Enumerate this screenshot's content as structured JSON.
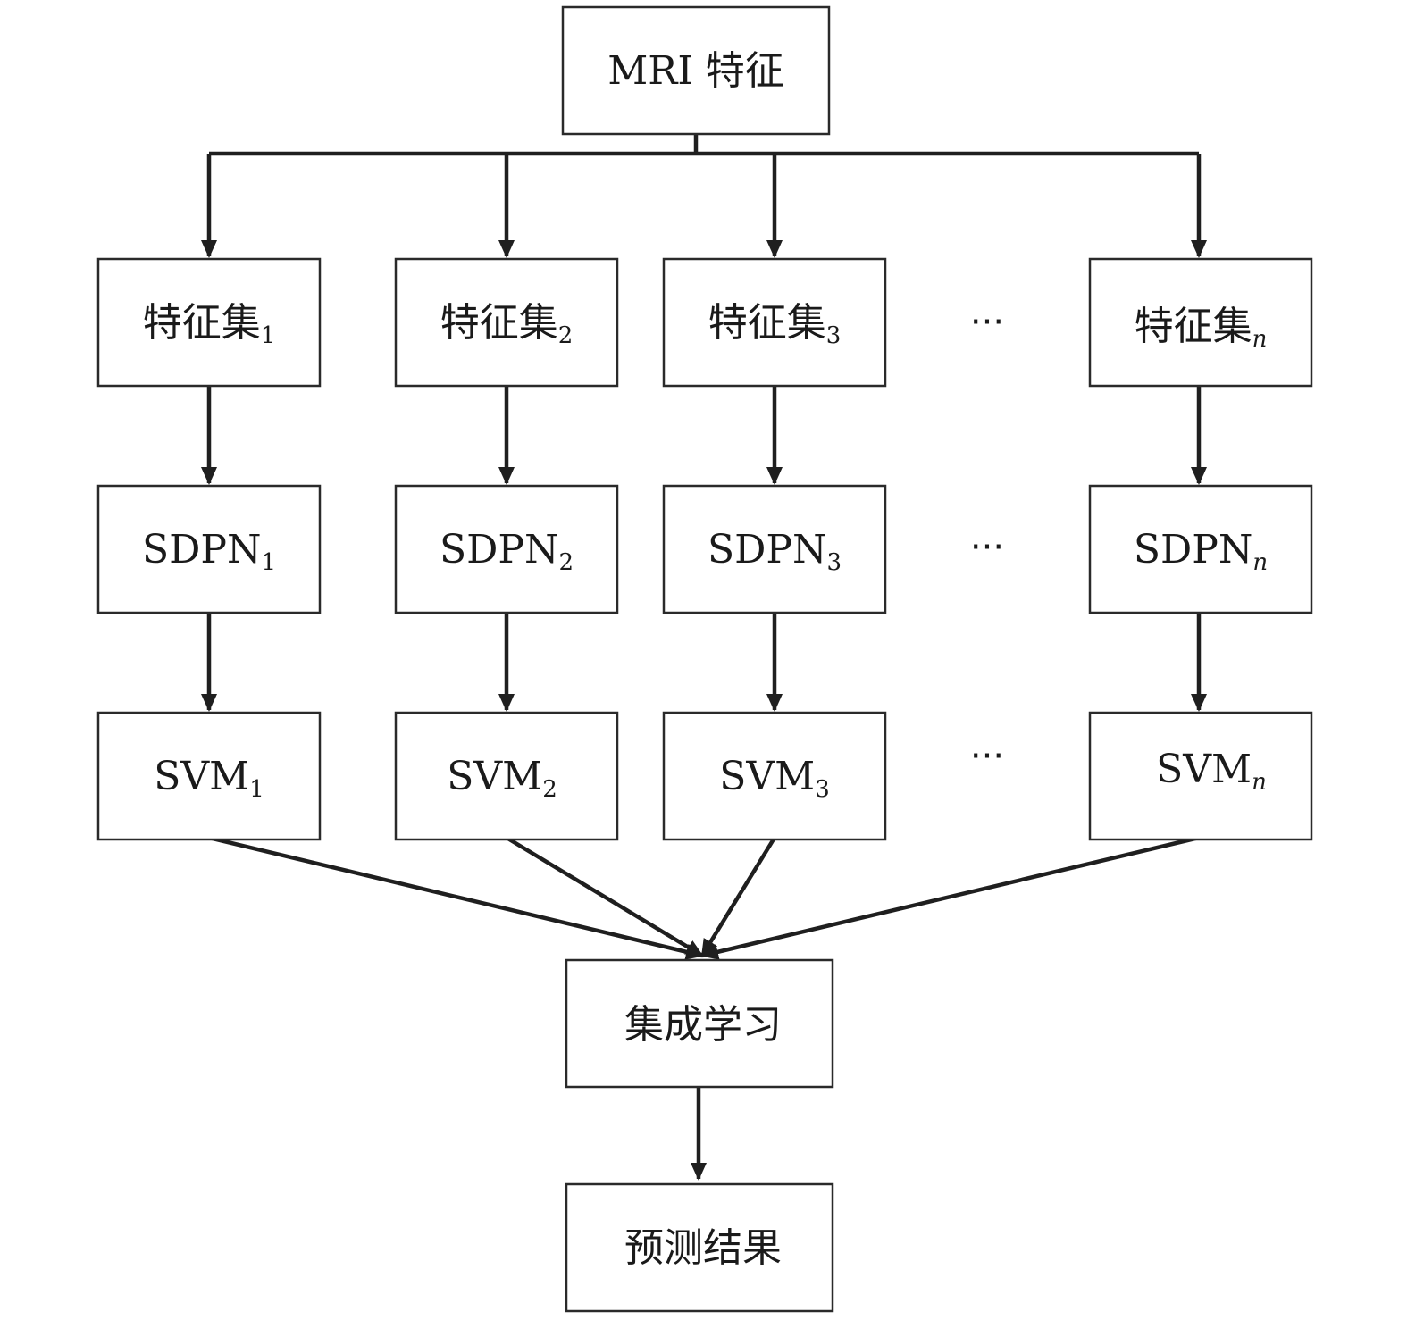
{
  "nodes": {
    "mri": {
      "label": "MRI 特征",
      "sub": ""
    },
    "fs1": {
      "label": "特征集",
      "sub": "1"
    },
    "fs2": {
      "label": "特征集",
      "sub": "2"
    },
    "fs3": {
      "label": "特征集",
      "sub": "3"
    },
    "fsn": {
      "label": "特征集",
      "sub": "n"
    },
    "sdpn1": {
      "label": "SDPN",
      "sub": "1"
    },
    "sdpn2": {
      "label": "SDPN",
      "sub": "2"
    },
    "sdpn3": {
      "label": "SDPN",
      "sub": "3"
    },
    "sdpnn": {
      "label": "SDPN",
      "sub": "n"
    },
    "svm1": {
      "label": "SVM",
      "sub": "1"
    },
    "svm2": {
      "label": "SVM",
      "sub": "2"
    },
    "svm3": {
      "label": "SVM",
      "sub": "3"
    },
    "svmn": {
      "label": "SVM",
      "sub": "n"
    },
    "ensemble": {
      "label": "集成学习",
      "sub": ""
    },
    "result": {
      "label": "预测结果",
      "sub": ""
    }
  },
  "ellipses": {
    "row1": "···",
    "row2": "···",
    "row3": "···"
  },
  "edges": [
    {
      "from": "mri",
      "to": "fs1"
    },
    {
      "from": "mri",
      "to": "fs2"
    },
    {
      "from": "mri",
      "to": "fs3"
    },
    {
      "from": "mri",
      "to": "fsn"
    },
    {
      "from": "fs1",
      "to": "sdpn1"
    },
    {
      "from": "fs2",
      "to": "sdpn2"
    },
    {
      "from": "fs3",
      "to": "sdpn3"
    },
    {
      "from": "fsn",
      "to": "sdpnn"
    },
    {
      "from": "sdpn1",
      "to": "svm1"
    },
    {
      "from": "sdpn2",
      "to": "svm2"
    },
    {
      "from": "sdpn3",
      "to": "svm3"
    },
    {
      "from": "sdpnn",
      "to": "svmn"
    },
    {
      "from": "svm1",
      "to": "ensemble"
    },
    {
      "from": "svm2",
      "to": "ensemble"
    },
    {
      "from": "svm3",
      "to": "ensemble"
    },
    {
      "from": "svmn",
      "to": "ensemble"
    },
    {
      "from": "ensemble",
      "to": "result"
    }
  ]
}
